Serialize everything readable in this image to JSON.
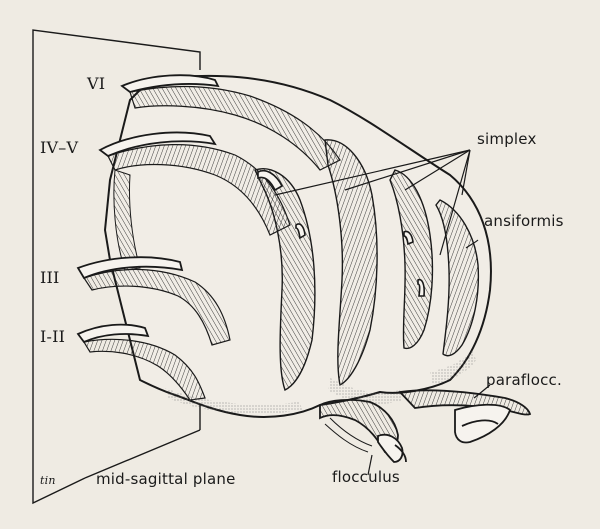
{
  "labels": {
    "lobule_vi": "VI",
    "lobule_iv_v": "IV–V",
    "lobule_iii": "III",
    "lobule_i_ii": "I-II",
    "simplex": "simplex",
    "ansiformis": "ansiformis",
    "parafloccus": "paraflocc.",
    "flocculus": "flocculus",
    "midsagittal_plane": "mid-sagittal plane",
    "artist_signature": "tin"
  },
  "colors": {
    "background": "#efebe3",
    "ink": "#1a1a1a",
    "stipple": "#7a7a7a"
  }
}
